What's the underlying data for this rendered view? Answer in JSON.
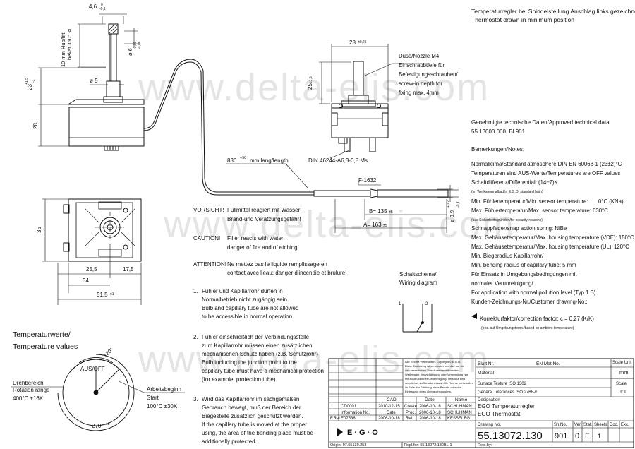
{
  "watermark": "www.delta-elis.com",
  "header": {
    "line1": "Temperaturregler bei Spindelstellung Anschlag links gezeichnet/",
    "line2": "Thermostat drawn in minimum position"
  },
  "dims": {
    "d46": "4,6",
    "d46tol_top": "0",
    "d46tol_bot": "-0,1",
    "d6": "ø 6",
    "d6tol_top": "-0,03",
    "d6tol_bot": "-0,06",
    "hub": "10 mm Hub/lift",
    "angle": "bei/at 360° ⊲",
    "d23": "23",
    "d23tol_top": "+1,5",
    "d23tol_bot": "-1",
    "d5": "ø 5",
    "d28h": "28",
    "d35": "35",
    "d255": "25,5",
    "d175": "17,5",
    "d34": "34",
    "d515": "51,5",
    "d515tol": "±1",
    "d28top": "28",
    "d28toptol": "±0,25",
    "d25": "25",
    "d25tol": "±1,5",
    "d830": "830",
    "d830tol": "+50",
    "d830rest": "mm lang/length",
    "din": "DIN 46244-A6,3-0,8 Ms",
    "f1632": "F-1632",
    "b135": "B= 135",
    "b135tol": "±5",
    "a163": "A= 163",
    "a163tol": "±5",
    "d39": "ø 3,9",
    "d39tol_top": "+0,2",
    "d39tol_bot": "-0,1"
  },
  "nozzle": {
    "l1": "Düse/Nozzle M4",
    "l2": "Einschraubtiefe für",
    "l3": "Befestigungsschrauben/",
    "l4": "screw-in depth for",
    "l5": "fixing max. 4mm"
  },
  "warnings": {
    "vorsicht": "VORSICHT!",
    "vorsicht_t1": "Füllmittel reagiert mit Wasser:",
    "vorsicht_t2": "Brand-und Verätzungsgefahr!",
    "caution": "CAUTION!",
    "caution_t1": "Filler reacts with water:",
    "caution_t2": "danger of fire and of etching!",
    "attention": "ATTENTION!",
    "attention_t1": "Ne mettez pas le liquide remplissage en",
    "attention_t2": "contact avec l'eau: danger d'incendie et brulure!"
  },
  "notes": [
    {
      "n": "1.",
      "lines": [
        "Fühler und Kapillarrohr dürfen in",
        "Normalbetrieb nicht zugängig sein.",
        "Bulb and capillary tube are not allowed",
        "to be accessible in normal operation."
      ]
    },
    {
      "n": "2.",
      "lines": [
        "Fühler einschließlich der Verbindungsstelle",
        "zum Kapillarrohr müssen einen zusätzlichen",
        "mechanischen Schutz haben (z.B. Schutzrohr)",
        "Bulb including the junction point to the",
        "capillary tube must have a mechanical protection",
        "(for example: protection tube)."
      ]
    },
    {
      "n": "3.",
      "lines": [
        "Wird das Kapillarrohr im sachgemäßen",
        "Gebrauch bewegt, muß der Bereich der",
        "Biegestelle zusätzlich geschützt werden.",
        "If the capillary tube is moved at the proper",
        "using, the area of the bending place must be",
        "additionally protected."
      ]
    }
  ],
  "wiring": {
    "title1": "Schaltschema/",
    "title2": "Wiring diagram",
    "t1": "1",
    "t2": "2"
  },
  "temp": {
    "title1": "Temperaturwerte/",
    "title2": "Temperature values",
    "ausoff": "AUS/OFF",
    "a120": "120°",
    "a270": "270°",
    "a270tol": "±3",
    "dreh1": "Drehbereich",
    "dreh2": "Rotation range",
    "dreh3": "400°C ±16K",
    "arb1": "Arbeitsbeginn",
    "arb2": "Start",
    "arb3": "100°C ±30K"
  },
  "tech": {
    "l1": "Genehmigte technische Daten/Approved technical data",
    "l2": "55.13000.000, Bl.901",
    "l3": "Bemerkungen/Notes:",
    "l4": "Normalklima/Standard atmosphere DIN EN 60068-1 (23±2)°C",
    "l5": "Temperaturen sind AUS-Werte/Temperatures are OFF values",
    "l6": "Schaltdifferenz/Differential: (14±7)K",
    "l6b": "(im Werksnormalbad/in E.G.O. standard bath)",
    "l7": "Min. Fühlertemperatur/Min. sensor temperature:",
    "l7v": "0°C (KNa)",
    "l8": "Max. Fühlertemperatur/Max. sensor temperature: 630°C",
    "l8b": "(aus Sicherheitsgründen/for security reasons)",
    "l9": "Schnappfeder/snap action spring: NiBe",
    "l10": "Max. Gehäusetemperatur/Max. housing temperature (VDE): 150°C",
    "l11": "Max. Gehäusetemperatur/Max. housing temperature (UL):",
    "l11v": "120°C",
    "l12": "Min. Biegeradius Kapillarrohr/",
    "l13": "Min. bending radius of capillary tube: 5 mm",
    "l14": "Für Einsatz in Umgebungsbedingungen mit",
    "l15": "normaler Verunreinigung/",
    "l16": "For application with normal pollution level (Typ 1 B)",
    "l17": "Kunden-Zeichnungs-Nr./Customer drawing-No.:",
    "l18": "Korrekturfaktor/correction factor: c = 0,27 (K/K)",
    "l18b": "(bez. auf Umgebungstemp./based on ambient temperature)"
  },
  "title_block": {
    "copyright": [
      "Alle Rechte vorbehalten. Copyright © E.G.O.",
      "Diese Zeichnung ist vertraulich und darf nur für",
      "den vereinbarten Zweck verwendet werden.",
      "Weitergabe, Vervielfältigung oder Verwendung nur",
      "mit ausdrücklicher Genehmigung. Verstöße sind",
      "verpflichtet zu Schadenersatz. Alle Rechte vorbehalten",
      "im Falle der Erteilung eines Patents oder der",
      "Eintragung eines Gebrauchsmusters."
    ],
    "blatt": "Blatt Nr.",
    "en": "EN Mat.No.",
    "material": "Material",
    "scale_unit": "Scale Unit",
    "scale_unit_v": "mm",
    "surface": "Surface Texture ISO 1302",
    "tolerances": "General Tolerances  ISO 2768-v",
    "scale": "Scale",
    "scale_v": "1:1",
    "cad": "CAD",
    "date_h": "Date",
    "name_h": "Name",
    "designation": "Designation",
    "des1": "EGO Temperaturregler",
    "des2": "EGO Thermostat",
    "rev1_n": "1",
    "rev1_c": "CD0001",
    "rev1_d": "2010-12-15",
    "create": "Create",
    "create_d": "2006-10-18",
    "create_n": "SCHUHMAN",
    "info_h": "Information No.",
    "date2_h": "Date",
    "proc": "Proc.",
    "proc_d": "2006-10-18",
    "proc_n": "SCHUHMAN",
    "frel": "F.Rel.",
    "frel_v": "E07538",
    "frel_d": "2006-10-18",
    "rel": "Rel.",
    "rel_d": "2006-10-18",
    "rel_n": "KESSELBG",
    "logo": "E·G·O",
    "drawing_no_h": "Drawing No.",
    "drawing_no": "55.13072.130",
    "shno_h": "Sh.No.",
    "shno": "901",
    "ver_h": "Ver.",
    "ver": "0",
    "stat_h": "Stat.",
    "stat": "F",
    "sheets_h": "Sheets",
    "sheets": "1",
    "doc_h": "Doc.",
    "exc_h": "Exc.",
    "origin": "Origin: 97.55130.253",
    "replfor": "Repl.for: 55.13072.130BL-1",
    "replby": "Repl.by:"
  }
}
